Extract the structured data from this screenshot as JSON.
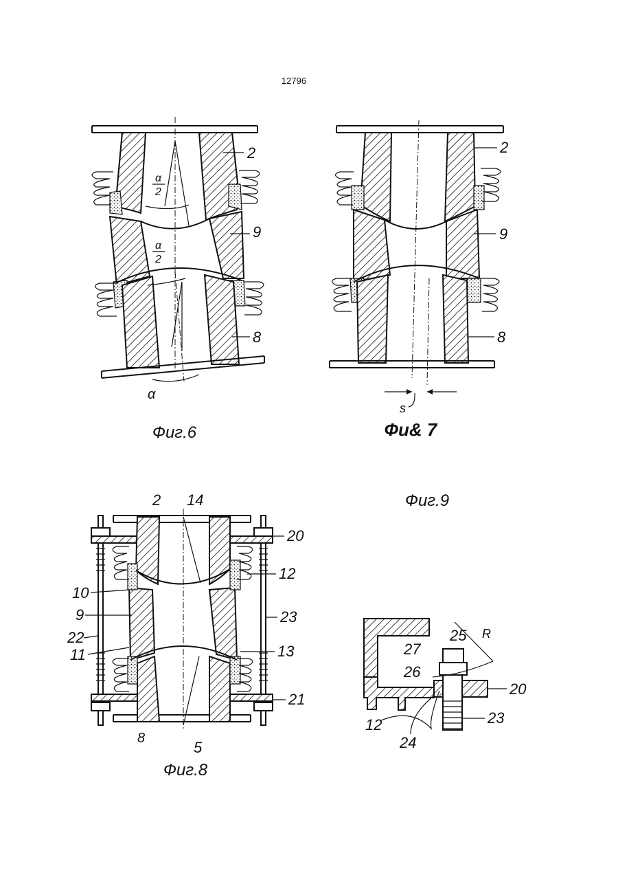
{
  "page_number": "12796",
  "figures": {
    "fig6": {
      "caption": "Фиг.6",
      "labels": {
        "part_2": "2",
        "part_9": "9",
        "part_8": "8",
        "angle_half_a": "α",
        "angle_half_b": "2",
        "angle_half2_a": "α",
        "angle_half2_b": "2",
        "angle_full": "α"
      }
    },
    "fig7": {
      "caption": "Фи& 7",
      "labels": {
        "part_2": "2",
        "part_9": "9",
        "part_8": "8",
        "offset": "s"
      }
    },
    "fig8": {
      "caption": "Фиг.8",
      "labels": {
        "l2": "2",
        "l14": "14",
        "l20": "20",
        "l12": "12",
        "l10": "10",
        "l9": "9",
        "l22": "22",
        "l11": "11",
        "l23": "23",
        "l13": "13",
        "l21": "21",
        "l8": "8",
        "l5": "5"
      }
    },
    "fig9": {
      "caption": "Фиг.9",
      "labels": {
        "l25": "25",
        "lR": "R",
        "l27": "27",
        "l26": "26",
        "l20": "20",
        "l12": "12",
        "l24": "24",
        "l23": "23"
      }
    }
  }
}
